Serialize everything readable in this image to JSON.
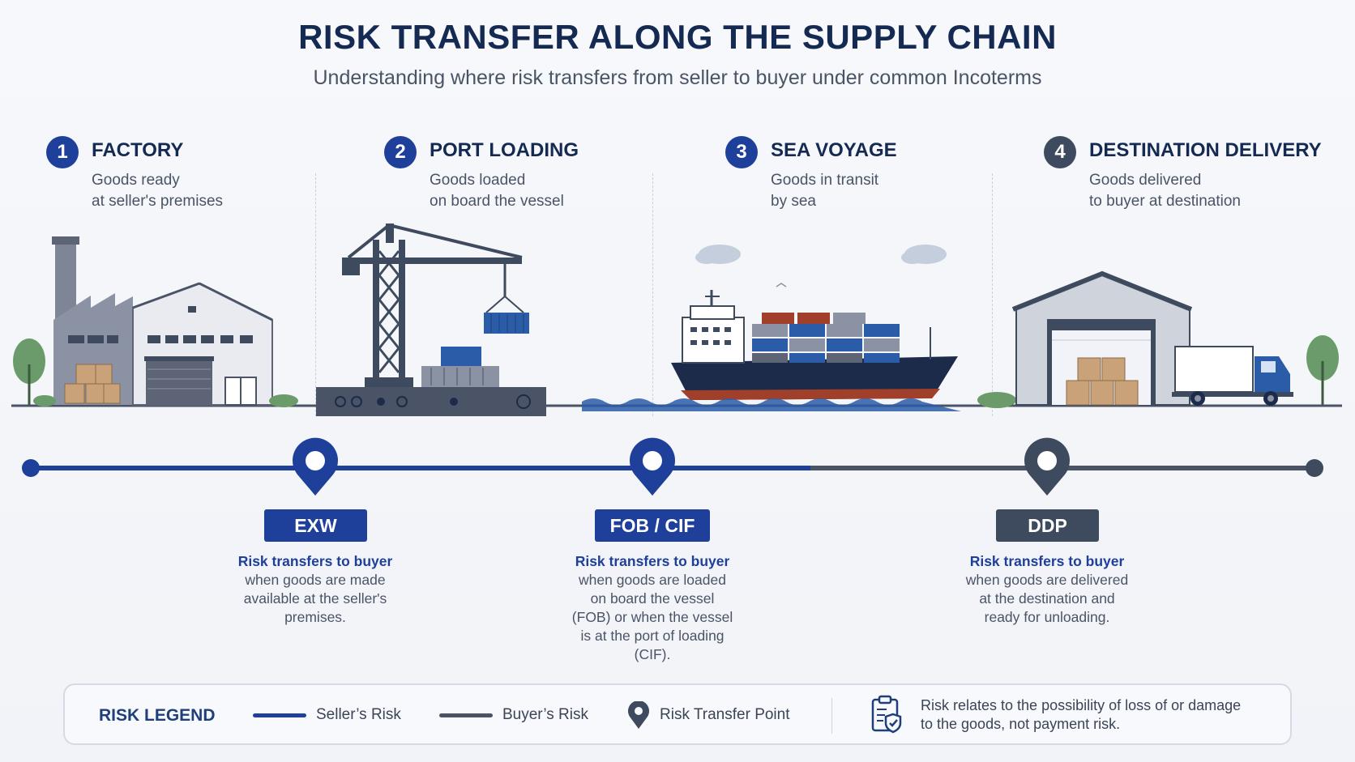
{
  "header": {
    "title": "RISK TRANSFER ALONG THE SUPPLY CHAIN",
    "subtitle": "Understanding where risk transfers from seller to buyer under common Incoterms"
  },
  "stages": [
    {
      "number": "1",
      "title": "FACTORY",
      "desc_line1": "Goods ready",
      "desc_line2": "at seller's premises",
      "color": "#1e3f9a",
      "icon": "factory-icon"
    },
    {
      "number": "2",
      "title": "PORT LOADING",
      "desc_line1": "Goods loaded",
      "desc_line2": "on board the vessel",
      "color": "#1e3f9a",
      "icon": "crane-icon"
    },
    {
      "number": "3",
      "title": "SEA VOYAGE",
      "desc_line1": "Goods in transit",
      "desc_line2": "by sea",
      "color": "#1e3f9a",
      "icon": "ship-icon"
    },
    {
      "number": "4",
      "title": "DESTINATION DELIVERY",
      "desc_line1": "Goods delivered",
      "desc_line2": "to buyer at destination",
      "color": "#3e4a5e",
      "icon": "warehouse-truck-icon"
    }
  ],
  "terms": [
    {
      "label": "EXW",
      "lead": "Risk transfers to buyer",
      "rest": [
        "when goods are made",
        "available at the seller's",
        "premises."
      ],
      "color": "#1e3f9a"
    },
    {
      "label": "FOB / CIF",
      "lead": "Risk transfers to buyer",
      "rest": [
        "when goods are loaded",
        "on board the vessel",
        "(FOB) or when the vessel",
        "is at the port of loading",
        "(CIF)."
      ],
      "color": "#1e3f9a"
    },
    {
      "label": "DDP",
      "lead": "Risk transfers to buyer",
      "rest": [
        "when goods are delivered",
        "at the destination and",
        "ready for unloading."
      ],
      "color": "#3e4a5e"
    }
  ],
  "legend": {
    "title": "RISK LEGEND",
    "seller_label": "Seller’s Risk",
    "buyer_label": "Buyer’s Risk",
    "point_label": "Risk Transfer Point",
    "note_line1": "Risk relates to the possibility of loss of or damage",
    "note_line2": "to the goods, not payment risk.",
    "seller_color": "#1e3f9a",
    "buyer_color": "#4a5466",
    "note_icon": "clipboard-shield-icon",
    "point_icon": "map-pin-icon"
  }
}
